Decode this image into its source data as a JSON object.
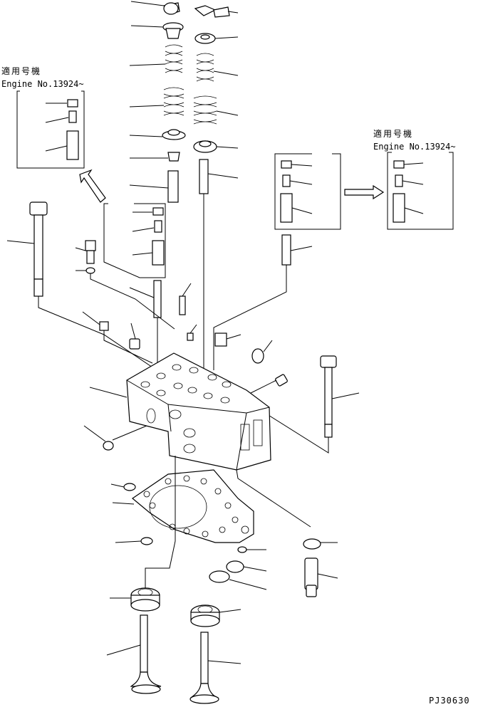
{
  "inset_left": {
    "applicable_label": "適用号機",
    "engine_no": "Engine No.13924~"
  },
  "inset_right": {
    "applicable_label": "適用号機",
    "engine_no": "Engine No.13924~"
  },
  "drawing_code": "PJ30630"
}
